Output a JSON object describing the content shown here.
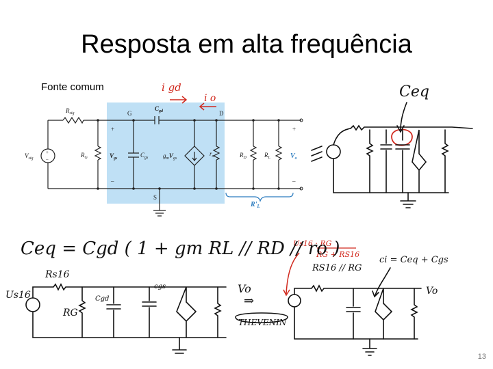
{
  "slide": {
    "title": "Resposta em alta frequência",
    "subtitle": "Fonte comum",
    "page_number": "13"
  },
  "circuit": {
    "labels": {
      "rsig": "R",
      "rsig_sub": "sig",
      "gate": "G",
      "cgd": "C",
      "cgd_sub": "gd",
      "drain": "D",
      "source": "S",
      "vsig": "V",
      "vsig_sub": "sig",
      "rg": "R",
      "rg_sub": "G",
      "vgs": "V",
      "vgs_sub": "gs",
      "cgs": "C",
      "cgs_sub": "gs",
      "gm": "g",
      "gm_sub": "m",
      "gmv": "V",
      "gmv_sub": "gs",
      "ro": "r",
      "ro_sub": "o",
      "rd": "R",
      "rd_sub": "D",
      "rl": "R",
      "rl_sub": "L",
      "vo": "V",
      "vo_sub": "o",
      "rlp": "R'",
      "rlp_sub": "L",
      "plus": "+",
      "minus": "–"
    },
    "highlight_color": "#bfe0f5",
    "accent_color": "#2a7bbf"
  },
  "annotations": {
    "igd": "i gd",
    "io": "i o",
    "ceq": "Ceq",
    "formula": "Ceq = Cgd ( 1 + gm RL // RD // ro )",
    "rsig_hand": "Rs16",
    "vsig_hand": "Us16",
    "rg_hand": "RG",
    "cgd_hand": "Cgd",
    "cgs_hand": "cgs",
    "vo_hand": "Vo",
    "thevenin": "THEVENIN",
    "vth_top": "Us16 · RG",
    "vth_bot": "RG + RS16",
    "rth": "RS16 // RG",
    "ci": "ci = Ceq + Cgs",
    "vo_hand2": "Vo",
    "implies": "⇒",
    "red_color": "#d1291e"
  }
}
